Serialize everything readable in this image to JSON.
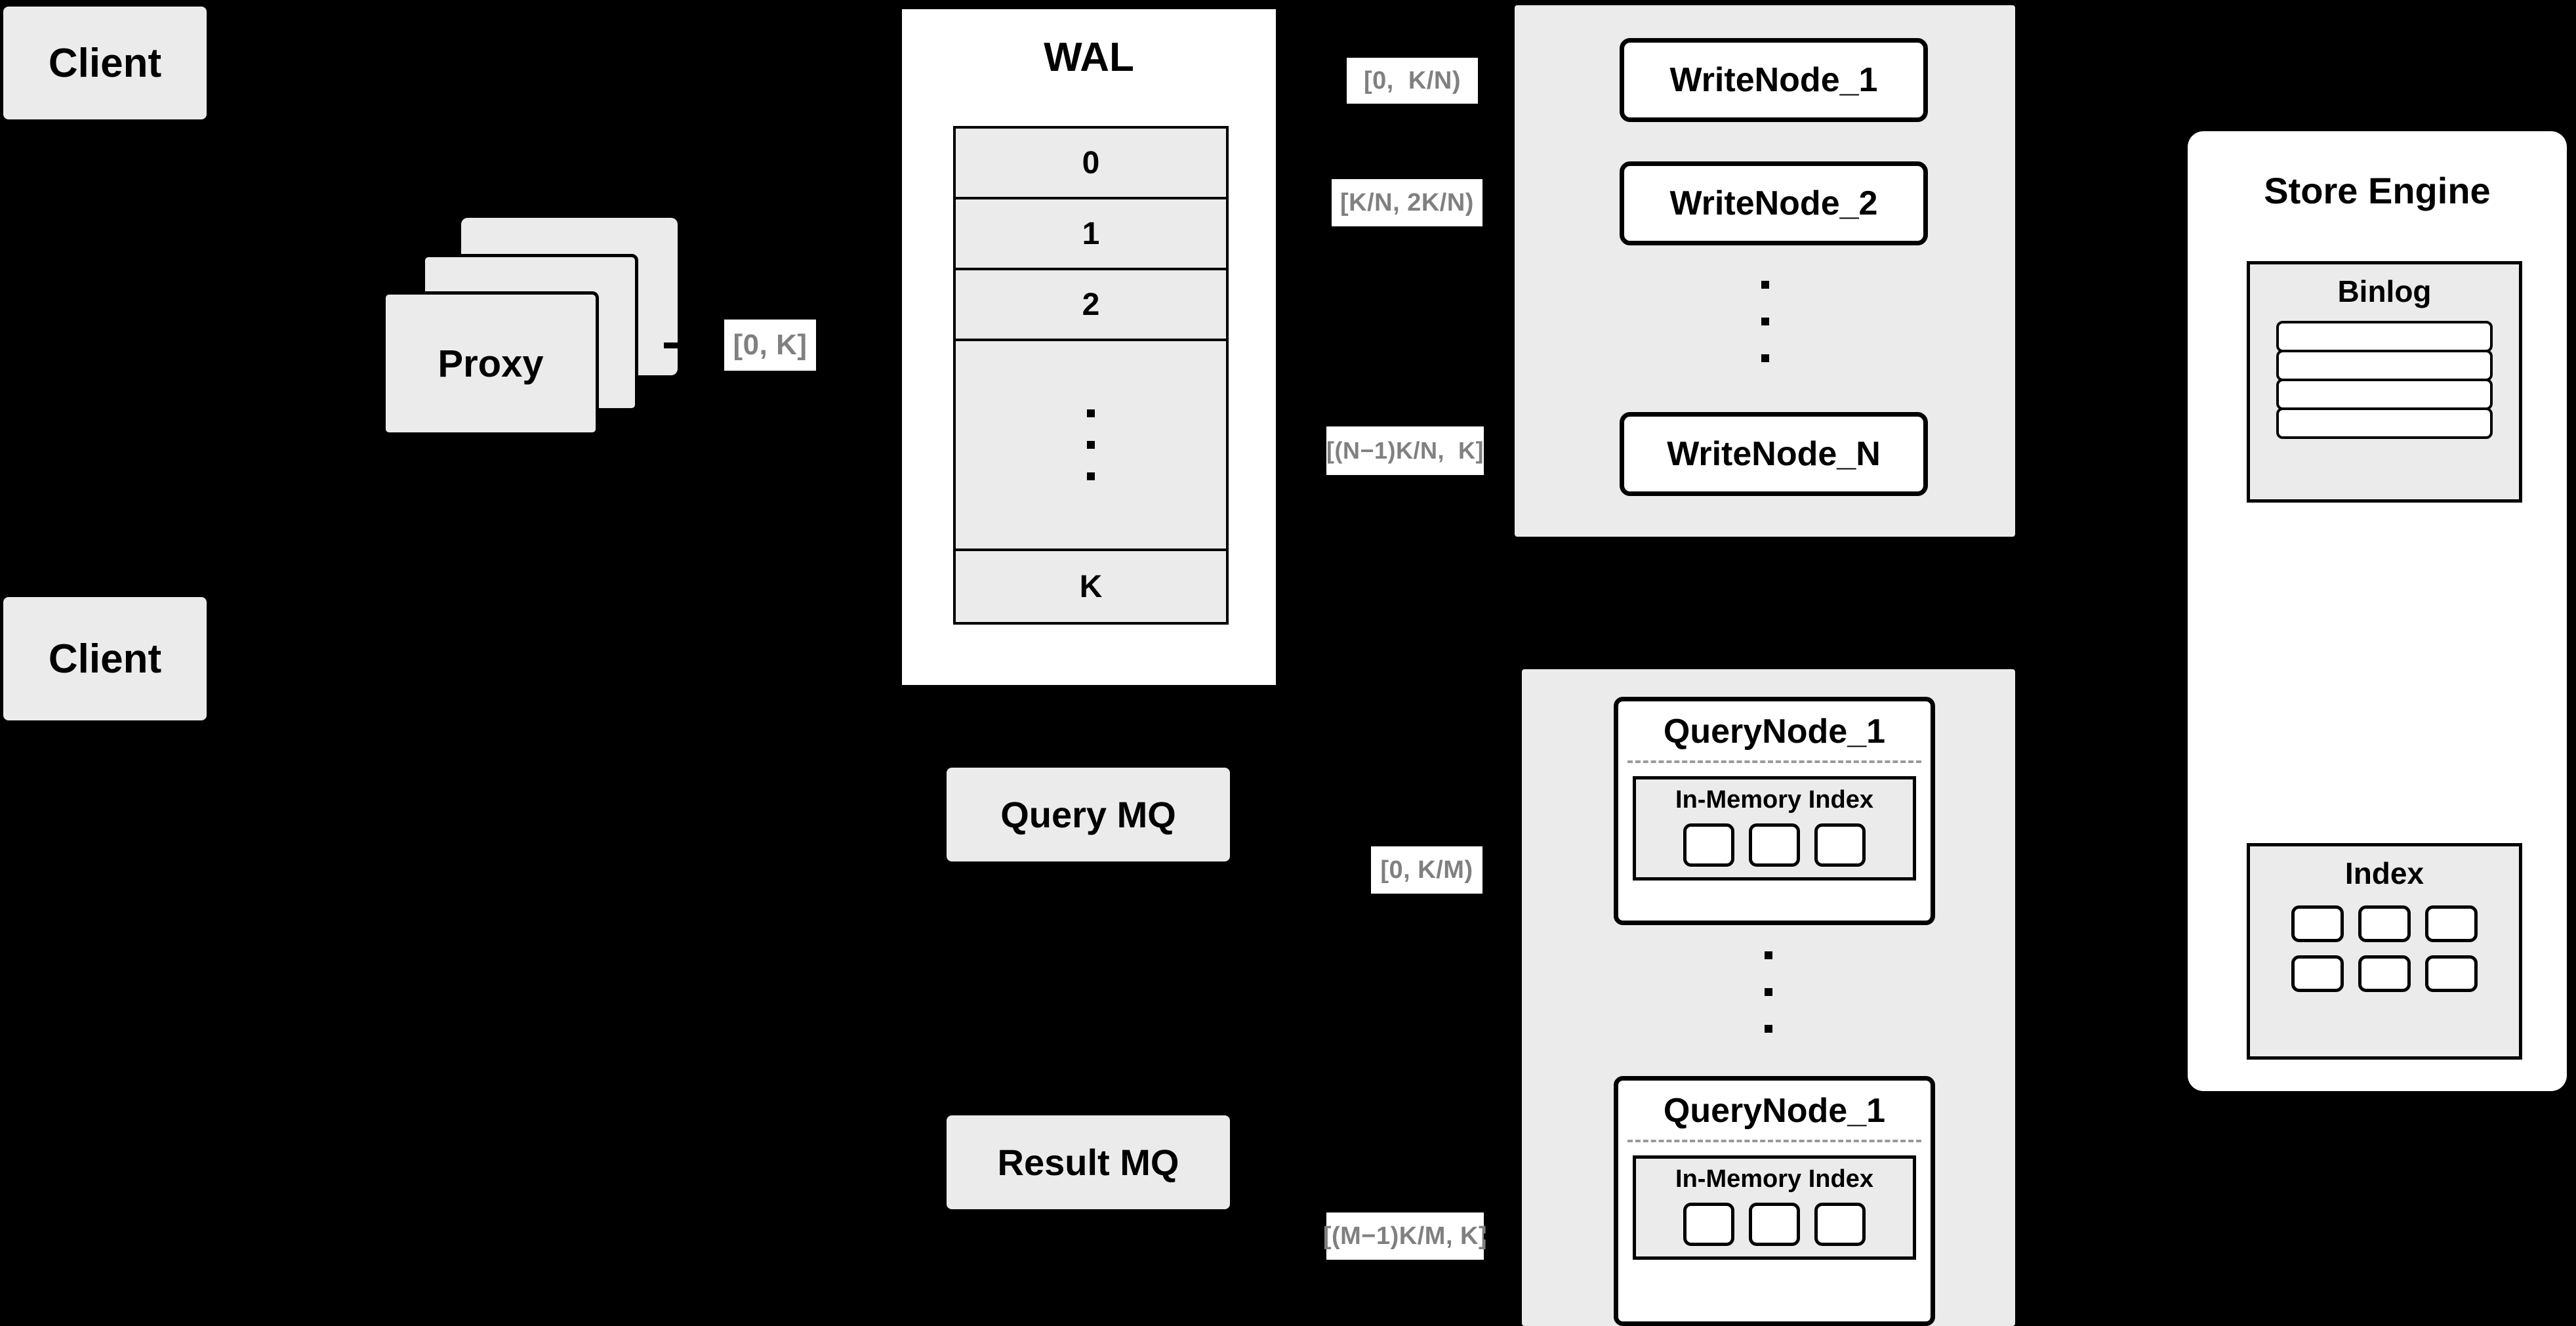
{
  "diagram": {
    "title": "Distributed Write/Query Architecture",
    "background_color": "#000000",
    "box_fill": "#ebebeb",
    "label_text_color": "#808080"
  },
  "clients": [
    {
      "label": "Client"
    },
    {
      "label": "Client"
    }
  ],
  "proxy": {
    "label": "Proxy",
    "stack_count": 3
  },
  "proxy_range_label": "[0, K]",
  "wal": {
    "title": "WAL",
    "rows": [
      "0",
      "1",
      "2",
      "K"
    ],
    "ellipsis_dots": 3
  },
  "write_nodes": {
    "nodes": [
      {
        "label": "WriteNode_1",
        "range": "[0,  K/N)"
      },
      {
        "label": "WriteNode_2",
        "range": "[K/N, 2K/N)"
      },
      {
        "label": "WriteNode_N",
        "range": "[(N−1)K/N,  K]"
      }
    ],
    "ellipsis_dots": 3
  },
  "query_nodes": {
    "nodes": [
      {
        "label": "QueryNode_1",
        "range": "[0, K/M)",
        "index": {
          "title": "In-Memory Index",
          "chips": 3
        }
      },
      {
        "label": "QueryNode_1",
        "range": "[(M−1)K/M, K]",
        "index": {
          "title": "In-Memory Index",
          "chips": 3
        }
      }
    ],
    "ellipsis_dots": 3
  },
  "message_queues": [
    {
      "label": "Query MQ"
    },
    {
      "label": "Result MQ"
    }
  ],
  "store_engine": {
    "title": "Store Engine",
    "binlog": {
      "title": "Binlog",
      "bars": 4
    },
    "index": {
      "title": "Index",
      "chips": 6
    }
  }
}
